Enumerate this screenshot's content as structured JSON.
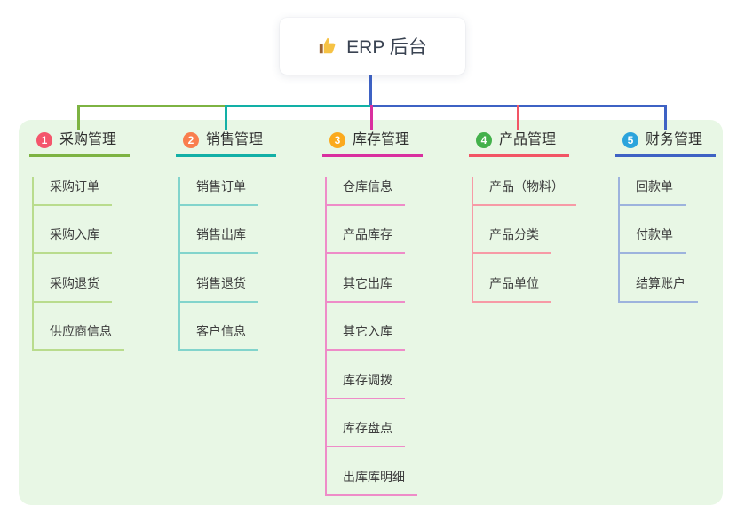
{
  "root": {
    "label": "ERP 后台",
    "icon": "thumbs-up-icon"
  },
  "colors": {
    "panel_bg": "#e8f7e5",
    "root_line": "#3e62c4",
    "root_text": "#3a4352"
  },
  "branches": [
    {
      "num": "1",
      "label": "采购管理",
      "color": "#7db342",
      "light": "#b9dc8d",
      "badge": "#f4566c",
      "children": [
        "采购订单",
        "采购入库",
        "采购退货",
        "供应商信息"
      ]
    },
    {
      "num": "2",
      "label": "销售管理",
      "color": "#12b0a6",
      "light": "#82d4cc",
      "badge": "#f97e4e",
      "children": [
        "销售订单",
        "销售出库",
        "销售退货",
        "客户信息"
      ]
    },
    {
      "num": "3",
      "label": "库存管理",
      "color": "#d9309f",
      "light": "#ee8cc8",
      "badge": "#fbaa1d",
      "children": [
        "仓库信息",
        "产品库存",
        "其它出库",
        "其它入库",
        "库存调拨",
        "库存盘点",
        "出库库明细"
      ]
    },
    {
      "num": "4",
      "label": "产品管理",
      "color": "#f25565",
      "light": "#f79aa6",
      "badge": "#43b14b",
      "children": [
        "产品（物料）",
        "产品分类",
        "产品单位"
      ]
    },
    {
      "num": "5",
      "label": "财务管理",
      "color": "#3e62c4",
      "light": "#9db3dd",
      "badge": "#2ba4dc",
      "children": [
        "回款单",
        "付款单",
        "结算账户"
      ]
    }
  ]
}
